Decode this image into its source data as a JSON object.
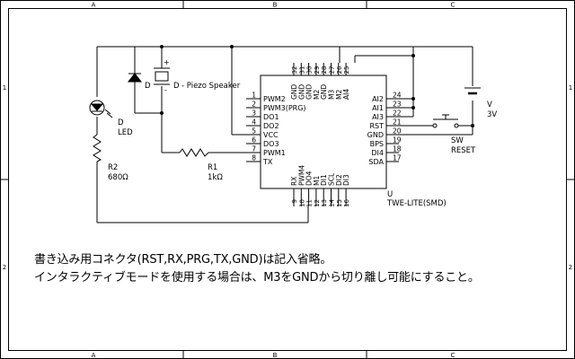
{
  "frame": {
    "columns": [
      "A",
      "B",
      "C"
    ],
    "rows": [
      "1",
      "2"
    ]
  },
  "components": {
    "led": {
      "designator": "D",
      "value": "LED"
    },
    "diode": {
      "designator": "D"
    },
    "speaker": {
      "designator": "D",
      "value": "- Piezo Speaker",
      "plus": "+",
      "minus": "-"
    },
    "r1": {
      "designator": "R1",
      "value": "1kΩ"
    },
    "r2": {
      "designator": "R2",
      "value": "680Ω"
    },
    "battery": {
      "designator": "V",
      "value": "3V"
    },
    "switch": {
      "designator": "SW",
      "value": "RESET"
    },
    "ic": {
      "designator": "U",
      "value": "TWE-LITE(SMD)"
    }
  },
  "ic_pins": {
    "left_names": [
      "PWM2",
      "PWM3(PRG)",
      "DO1",
      "DO2",
      "VCC",
      "DO3",
      "PWM1",
      "TX"
    ],
    "left_nums": [
      "1",
      "2",
      "3",
      "4",
      "5",
      "6",
      "7",
      "8"
    ],
    "right_names": [
      "AI2",
      "AI1",
      "AI3",
      "RST",
      "GND",
      "BPS",
      "DI4",
      "SDA"
    ],
    "right_nums": [
      "24",
      "23",
      "22",
      "21",
      "20",
      "19",
      "18",
      "17"
    ],
    "top_names": [
      "GND",
      "GND",
      "GND",
      "M2",
      "GND",
      "M3",
      "M2",
      "AI4"
    ],
    "top_nums": [
      "32",
      "31",
      "30",
      "29",
      "28",
      "27",
      "26",
      "25"
    ],
    "bottom_names": [
      "RX",
      "PWM4",
      "DO4",
      "M1",
      "DI1",
      "SCL",
      "DI2",
      "DI3"
    ],
    "bottom_nums": [
      "9",
      "10",
      "11",
      "12",
      "13",
      "14",
      "15",
      "16"
    ]
  },
  "notes": [
    "書き込み用コネクタ(RST,RX,PRG,TX,GND)は記入省略。",
    "インタラクティブモードを使用する場合は、M3をGNDから切り離し可能にすること。"
  ]
}
